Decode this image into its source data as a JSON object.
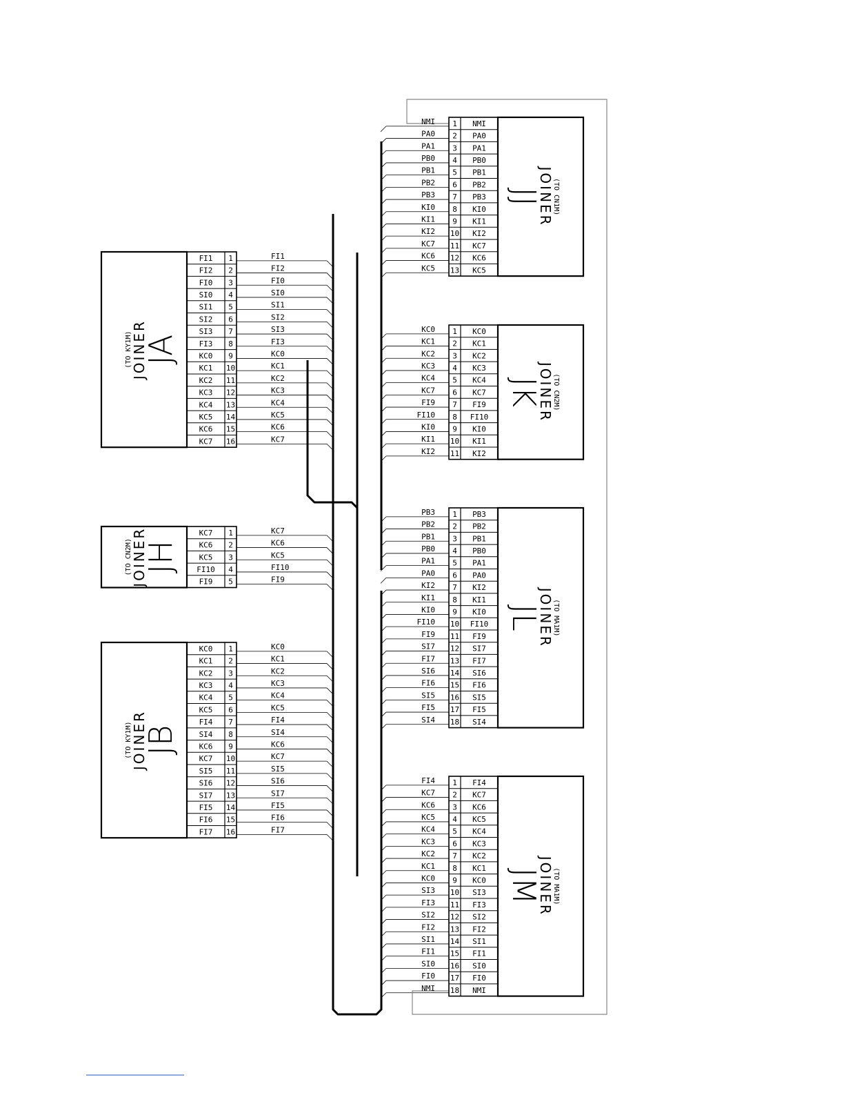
{
  "connectors": [
    {
      "id": "JA",
      "side": "left",
      "joiner_word": "JOINER",
      "sub": "(TO KY1M)",
      "pins": [
        "FI1",
        "FI2",
        "FI0",
        "SI0",
        "SI1",
        "SI2",
        "SI3",
        "FI3",
        "KC0",
        "KC1",
        "KC2",
        "KC3",
        "KC4",
        "KC5",
        "KC6",
        "KC7"
      ]
    },
    {
      "id": "JH",
      "side": "left",
      "joiner_word": "JOINER",
      "sub": "(TO CN2M)",
      "pins": [
        "KC7",
        "KC6",
        "KC5",
        "FI10",
        "FI9"
      ]
    },
    {
      "id": "JB",
      "side": "left",
      "joiner_word": "JOINER",
      "sub": "(TO KY1M)",
      "pins": [
        "KC0",
        "KC1",
        "KC2",
        "KC3",
        "KC4",
        "KC5",
        "FI4",
        "SI4",
        "KC6",
        "KC7",
        "SI5",
        "SI6",
        "SI7",
        "FI5",
        "FI6",
        "FI7"
      ]
    },
    {
      "id": "JJ",
      "side": "right",
      "joiner_word": "JOINER",
      "sub": "(TO CN1M)",
      "pins": [
        "NMI",
        "PA0",
        "PA1",
        "PB0",
        "PB1",
        "PB2",
        "PB3",
        "KI0",
        "KI1",
        "KI2",
        "KC7",
        "KC6",
        "KC5"
      ]
    },
    {
      "id": "JK",
      "side": "right",
      "joiner_word": "JOINER",
      "sub": "(TO CN2M)",
      "pins": [
        "KC0",
        "KC1",
        "KC2",
        "KC3",
        "KC4",
        "KC7",
        "FI9",
        "FI10",
        "KI0",
        "KI1",
        "KI2"
      ]
    },
    {
      "id": "JL",
      "side": "right",
      "joiner_word": "JOINER",
      "sub": "(TO MA1M)",
      "pins": [
        "PB3",
        "PB2",
        "PB1",
        "PB0",
        "PA1",
        "PA0",
        "KI2",
        "KI1",
        "KI0",
        "FI10",
        "FI9",
        "SI7",
        "FI7",
        "SI6",
        "FI6",
        "SI5",
        "FI5",
        "SI4"
      ]
    },
    {
      "id": "JM",
      "side": "right",
      "joiner_word": "JOINER",
      "sub": "(TO MA1M)",
      "pins": [
        "FI4",
        "KC7",
        "KC6",
        "KC5",
        "KC4",
        "KC3",
        "KC2",
        "KC1",
        "KC0",
        "SI3",
        "FI3",
        "SI2",
        "FI2",
        "SI1",
        "FI1",
        "SI0",
        "FI0",
        "NMI"
      ]
    }
  ]
}
